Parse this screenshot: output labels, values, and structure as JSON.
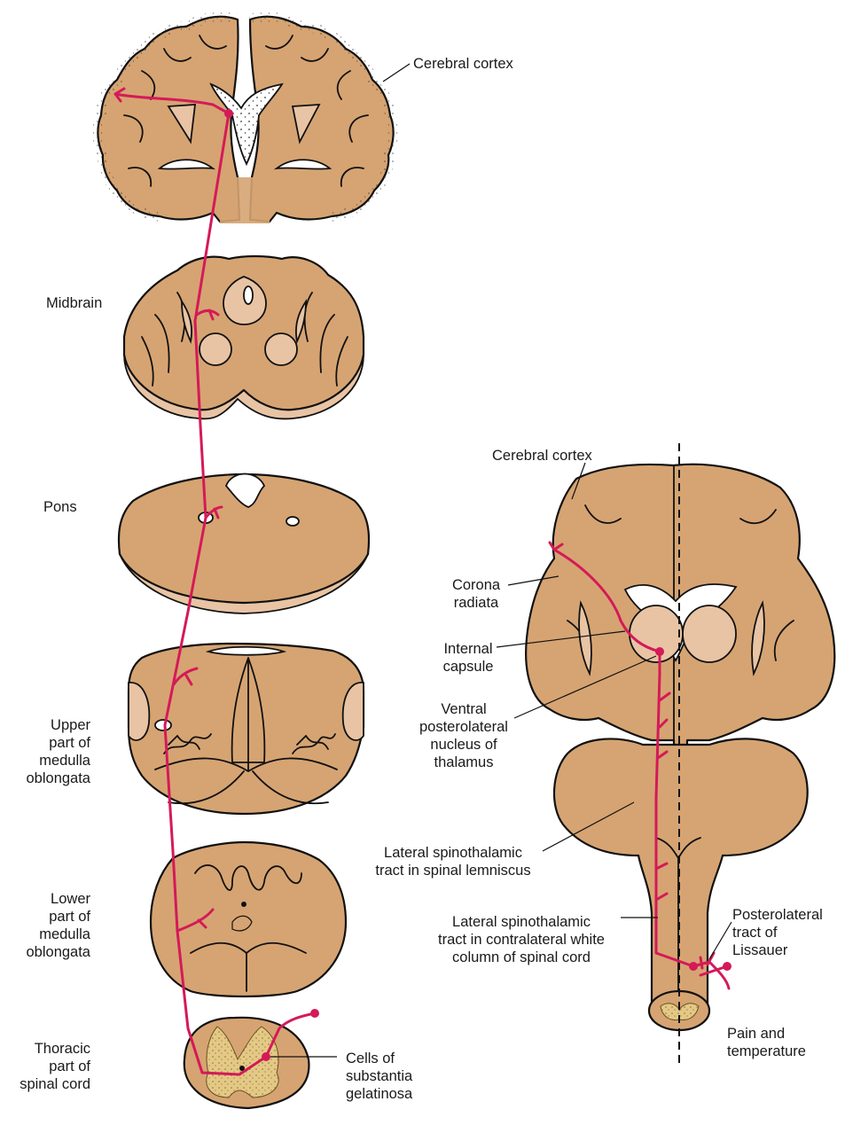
{
  "colors": {
    "tissue": "#d6a472",
    "light_tissue": "#e8c4a4",
    "pathway": "#d41a58",
    "gelatinosa": "#e3c985"
  },
  "left_labels": {
    "cerebral_cortex": "Cerebral cortex",
    "midbrain": "Midbrain",
    "pons": "Pons",
    "upper_medulla": "Upper\npart of\nmedulla\noblongata",
    "lower_medulla": "Lower\npart of\nmedulla\noblongata",
    "thoracic_cord": "Thoracic\npart of\nspinal cord",
    "substantia_gelatinosa": "Cells of\nsubstantia\ngelatinosa"
  },
  "right_labels": {
    "cerebral_cortex": "Cerebral cortex",
    "corona_radiata": "Corona\nradiata",
    "internal_capsule": "Internal\ncapsule",
    "vpl_nucleus": "Ventral\nposterolateral\nnucleus of\nthalamus",
    "lst_lemniscus": "Lateral spinothalamic\ntract in spinal lemniscus",
    "lst_white_column": "Lateral spinothalamic\ntract in contralateral white\ncolumn of spinal cord",
    "lissauer": "Posterolateral\ntract of\nLissauer",
    "pain_temperature": "Pain and\ntemperature"
  }
}
